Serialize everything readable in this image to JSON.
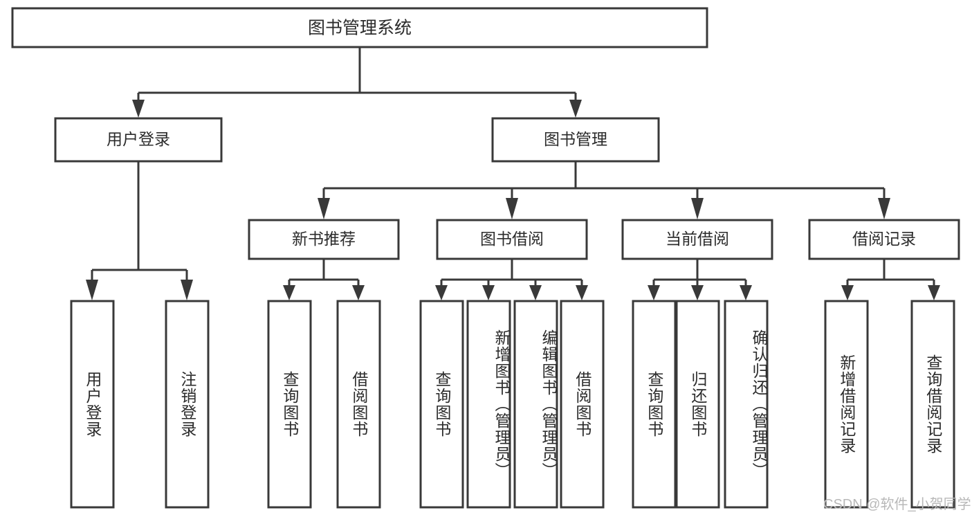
{
  "diagram": {
    "title": "图书管理系统",
    "type": "tree-hierarchy-diagram",
    "colors": {
      "stroke": "#393939",
      "fill": "#ffffff",
      "text": "#2b2b2b",
      "watermark": "#b8b8b8",
      "background": "#ffffff"
    },
    "root": {
      "label": "图书管理系统"
    },
    "level2": [
      {
        "label": "用户登录"
      },
      {
        "label": "图书管理"
      }
    ],
    "level3": [
      {
        "label": "新书推荐"
      },
      {
        "label": "图书借阅"
      },
      {
        "label": "当前借阅"
      },
      {
        "label": "借阅记录"
      }
    ],
    "leaves": {
      "user_login": [
        {
          "label": "用户登录"
        },
        {
          "label": "注销登录"
        }
      ],
      "new_book_recommend": [
        {
          "label": "查询图书"
        },
        {
          "label": "借阅图书"
        }
      ],
      "book_borrow": [
        {
          "label": "查询图书"
        },
        {
          "label": "新增图书（管理员）"
        },
        {
          "label": "编辑图书（管理员）"
        },
        {
          "label": "借阅图书"
        }
      ],
      "current_borrow": [
        {
          "label": "查询图书"
        },
        {
          "label": "归还图书"
        },
        {
          "label": "确认归还（管理员）"
        }
      ],
      "borrow_record": [
        {
          "label": "新增借阅记录"
        },
        {
          "label": "查询借阅记录"
        }
      ]
    },
    "watermark": "CSDN @软件_小贺同学"
  }
}
